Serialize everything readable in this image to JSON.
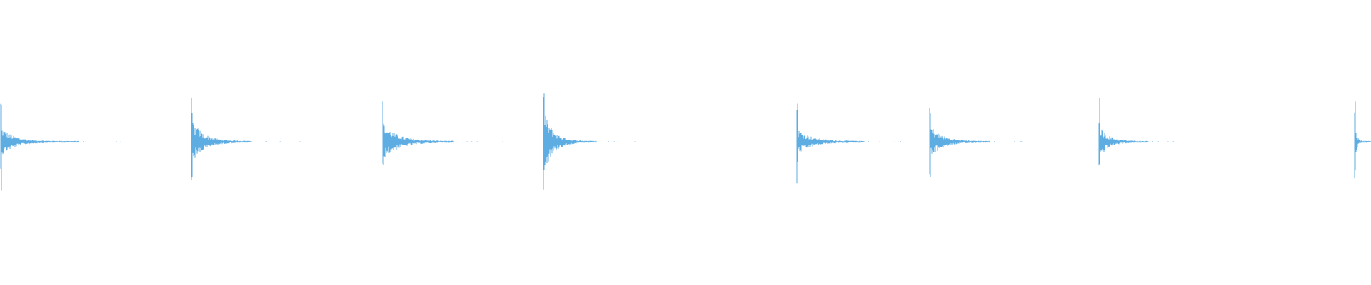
{
  "waveform": {
    "color": "#5dade2",
    "background": "#ffffff",
    "transients": [
      {
        "strength": 0.55,
        "tail": 0.45,
        "body": 0.3
      },
      {
        "strength": 0.5,
        "tail": 0.55,
        "body": 0.5
      },
      {
        "strength": 0.52,
        "tail": 0.6,
        "body": 0.38
      },
      {
        "strength": 0.66,
        "tail": 0.5,
        "body": 0.55
      },
      {
        "strength": 0.52,
        "tail": 0.58,
        "body": 0.28
      },
      {
        "strength": 0.48,
        "tail": 0.55,
        "body": 0.4
      },
      {
        "strength": 0.5,
        "tail": 0.5,
        "body": 0.38
      },
      {
        "strength": 0.68,
        "tail": 0.2,
        "body": 0.55
      }
    ]
  }
}
